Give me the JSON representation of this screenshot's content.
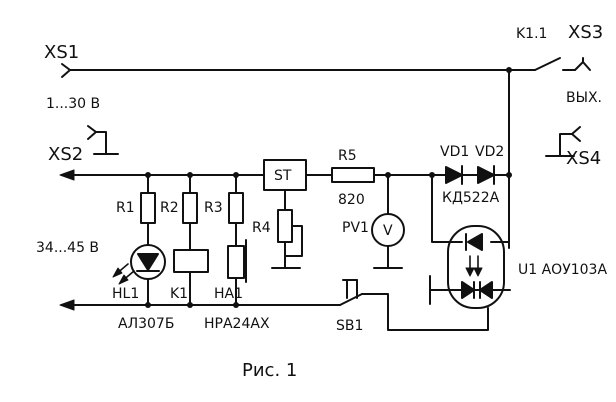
{
  "labels": {
    "xs1": "XS1",
    "xs2": "XS2",
    "xs3": "XS3",
    "xs4": "XS4",
    "k1_1": "K1.1",
    "input_voltage": "1...30 В",
    "output": "ВЫХ.",
    "supply_voltage": "34...45 В",
    "r1": "R1",
    "r2": "R2",
    "r3": "R3",
    "r4": "R4",
    "r5": "R5",
    "r5_value": "820",
    "st": "ST",
    "pv1": "PV1",
    "pv1_symbol": "V",
    "vd1": "VD1",
    "vd2": "VD2",
    "vd_type": "КД522А",
    "u1": "U1 АОУ103А",
    "hl1": "HL1",
    "hl1_type": "АЛ307Б",
    "k1": "K1",
    "ha1": "HA1",
    "ha1_type": "НРА24АХ",
    "sb1": "SB1",
    "caption": "Рис. 1"
  }
}
